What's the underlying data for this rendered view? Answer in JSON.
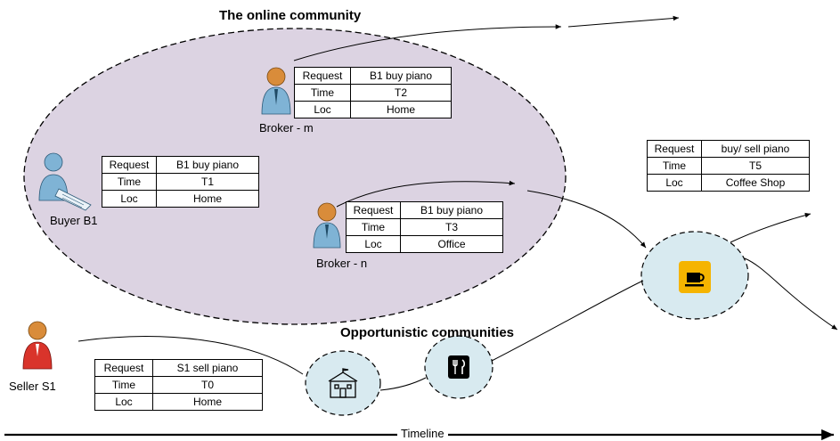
{
  "titles": {
    "online": "The online community",
    "opportunistic": "Opportunistic communities"
  },
  "people": {
    "buyer": "Buyer  B1",
    "broker_m": "Broker - m",
    "broker_n": "Broker - n",
    "seller": "Seller  S1"
  },
  "tables": {
    "buyer": {
      "rows": [
        [
          "Request",
          "B1  buy  piano"
        ],
        [
          "Time",
          "T1"
        ],
        [
          "Loc",
          "Home"
        ]
      ]
    },
    "broker_m": {
      "rows": [
        [
          "Request",
          "B1  buy  piano"
        ],
        [
          "Time",
          "T2"
        ],
        [
          "Loc",
          "Home"
        ]
      ]
    },
    "broker_n": {
      "rows": [
        [
          "Request",
          "B1  buy  piano"
        ],
        [
          "Time",
          "T3"
        ],
        [
          "Loc",
          "Office"
        ]
      ]
    },
    "coffee": {
      "rows": [
        [
          "Request",
          "buy/ sell piano"
        ],
        [
          "Time",
          "T5"
        ],
        [
          "Loc",
          "Coffee  Shop"
        ]
      ]
    },
    "seller": {
      "rows": [
        [
          "Request",
          "S1  sell piano"
        ],
        [
          "Time",
          "T0"
        ],
        [
          "Loc",
          "Home"
        ]
      ]
    }
  },
  "timeline": {
    "label": "Timeline"
  },
  "icons": [
    "school-icon",
    "restaurant-icon",
    "coffee-icon",
    "person-icon"
  ],
  "colors": {
    "ellipse_fill": "#dcd3e2",
    "small_circle_fill": "#d8eaf0",
    "coffee_badge": "#f5b400",
    "skin": "#d98c3a",
    "shirt_blue": "#7fb3d5",
    "seller_red": "#d9342b"
  }
}
